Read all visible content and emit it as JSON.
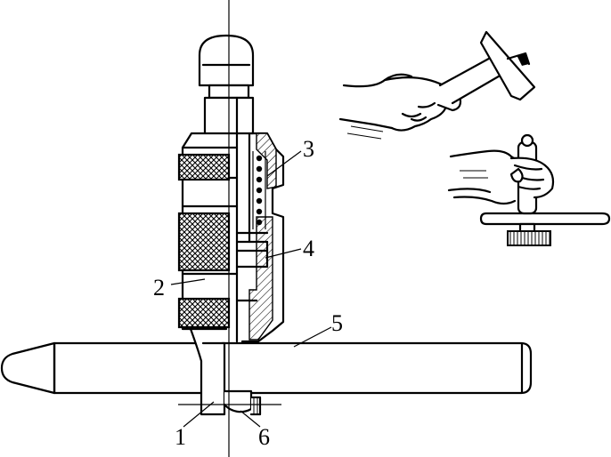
{
  "labels": {
    "part1": "1",
    "part2": "2",
    "part3": "3",
    "part4": "4",
    "part5": "5",
    "part6": "6"
  },
  "icons": [
    "hand-with-hammer",
    "hand-holding-punch"
  ],
  "colors": {
    "ink": "#000000",
    "paper": "#ffffff"
  }
}
